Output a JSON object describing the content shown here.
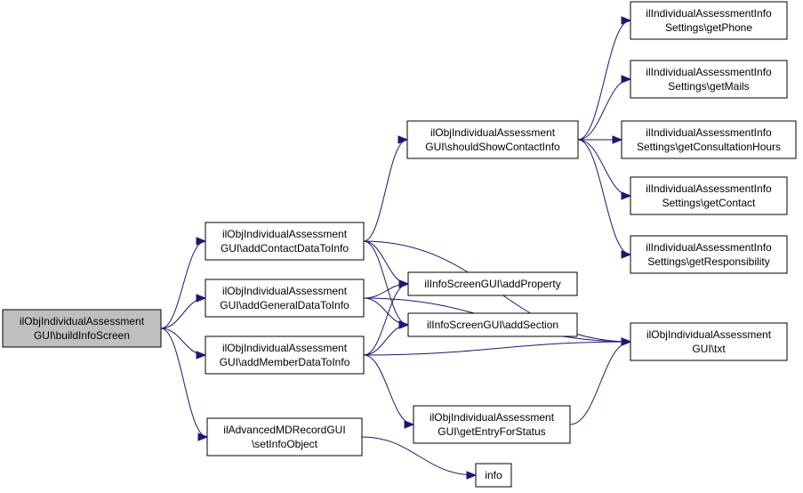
{
  "diagram": {
    "nodes": [
      {
        "id": "root",
        "lines": [
          "ilObjIndividualAssessment",
          "GUI\\buildInfoScreen"
        ],
        "highlighted": true
      },
      {
        "id": "addContactDataToInfo",
        "lines": [
          "ilObjIndividualAssessment",
          "GUI\\addContactDataToInfo"
        ]
      },
      {
        "id": "addGeneralDataToInfo",
        "lines": [
          "ilObjIndividualAssessment",
          "GUI\\addGeneralDataToInfo"
        ]
      },
      {
        "id": "addMemberDataToInfo",
        "lines": [
          "ilObjIndividualAssessment",
          "GUI\\addMemberDataToInfo"
        ]
      },
      {
        "id": "setInfoObject",
        "lines": [
          "ilAdvancedMDRecordGUI",
          "\\setInfoObject"
        ]
      },
      {
        "id": "shouldShowContactInfo",
        "lines": [
          "ilObjIndividualAssessment",
          "GUI\\shouldShowContactInfo"
        ]
      },
      {
        "id": "addProperty",
        "lines": [
          "ilInfoScreenGUI\\addProperty"
        ]
      },
      {
        "id": "addSection",
        "lines": [
          "ilInfoScreenGUI\\addSection"
        ]
      },
      {
        "id": "getEntryForStatus",
        "lines": [
          "ilObjIndividualAssessment",
          "GUI\\getEntryForStatus"
        ]
      },
      {
        "id": "info",
        "lines": [
          "info"
        ]
      },
      {
        "id": "getPhone",
        "lines": [
          "ilIndividualAssessmentInfo",
          "Settings\\getPhone"
        ]
      },
      {
        "id": "getMails",
        "lines": [
          "ilIndividualAssessmentInfo",
          "Settings\\getMails"
        ]
      },
      {
        "id": "getConsultationHours",
        "lines": [
          "ilIndividualAssessmentInfo",
          "Settings\\getConsultationHours"
        ]
      },
      {
        "id": "getContact",
        "lines": [
          "ilIndividualAssessmentInfo",
          "Settings\\getContact"
        ]
      },
      {
        "id": "getResponsibility",
        "lines": [
          "ilIndividualAssessmentInfo",
          "Settings\\getResponsibility"
        ]
      },
      {
        "id": "txt",
        "lines": [
          "ilObjIndividualAssessment",
          "GUI\\txt"
        ]
      }
    ],
    "edges": [
      {
        "from": "root",
        "to": "addContactDataToInfo"
      },
      {
        "from": "root",
        "to": "addGeneralDataToInfo"
      },
      {
        "from": "root",
        "to": "addMemberDataToInfo"
      },
      {
        "from": "root",
        "to": "setInfoObject"
      },
      {
        "from": "addContactDataToInfo",
        "to": "shouldShowContactInfo"
      },
      {
        "from": "addContactDataToInfo",
        "to": "txt"
      },
      {
        "from": "addContactDataToInfo",
        "to": "addProperty"
      },
      {
        "from": "addContactDataToInfo",
        "to": "addSection"
      },
      {
        "from": "addGeneralDataToInfo",
        "to": "addProperty"
      },
      {
        "from": "addGeneralDataToInfo",
        "to": "addSection"
      },
      {
        "from": "addGeneralDataToInfo",
        "to": "txt"
      },
      {
        "from": "addMemberDataToInfo",
        "to": "addProperty"
      },
      {
        "from": "addMemberDataToInfo",
        "to": "addSection"
      },
      {
        "from": "addMemberDataToInfo",
        "to": "txt"
      },
      {
        "from": "addMemberDataToInfo",
        "to": "getEntryForStatus"
      },
      {
        "from": "setInfoObject",
        "to": "info"
      },
      {
        "from": "shouldShowContactInfo",
        "to": "getPhone"
      },
      {
        "from": "shouldShowContactInfo",
        "to": "getMails"
      },
      {
        "from": "shouldShowContactInfo",
        "to": "getConsultationHours"
      },
      {
        "from": "shouldShowContactInfo",
        "to": "getContact"
      },
      {
        "from": "shouldShowContactInfo",
        "to": "getResponsibility"
      },
      {
        "from": "getEntryForStatus",
        "to": "txt"
      }
    ]
  }
}
